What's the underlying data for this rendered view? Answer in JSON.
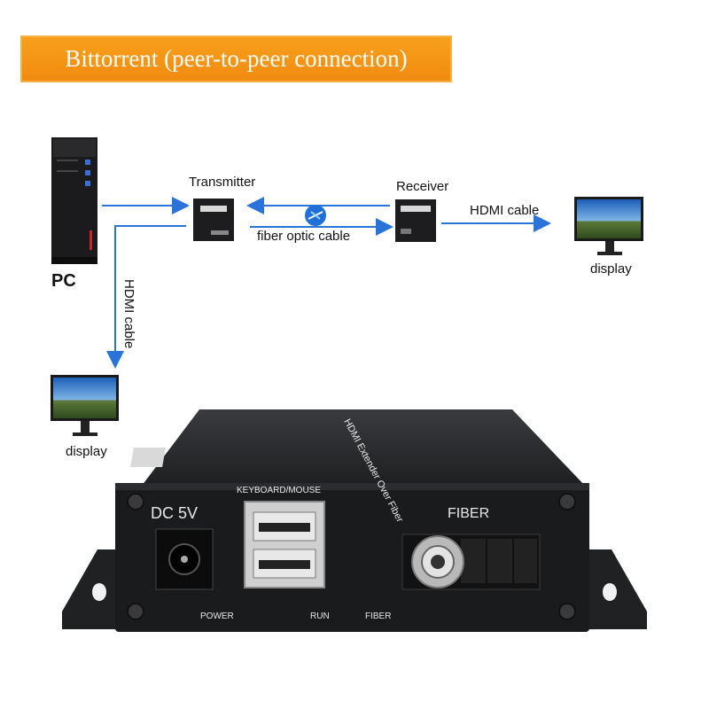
{
  "banner": {
    "title": "Bittorrent (peer-to-peer connection)"
  },
  "diagram": {
    "pc_label": "PC",
    "transmitter_label": "Transmitter",
    "receiver_label": "Receiver",
    "fiber_label": "fiber optic cable",
    "hdmi_cable_right_label": "HDMI cable",
    "hdmi_cable_down_label": "HDMI cable",
    "display_right_label": "display",
    "display_left_label": "display",
    "arrow_color": "#2a73d8"
  },
  "device": {
    "dc_label": "DC 5V",
    "keyboard_mouse_label": "KEYBOARD/MOUSE",
    "fiber_port_label": "FIBER",
    "power_led_label": "POWER",
    "run_led_label": "RUN",
    "fiber_led_label": "FIBER"
  }
}
